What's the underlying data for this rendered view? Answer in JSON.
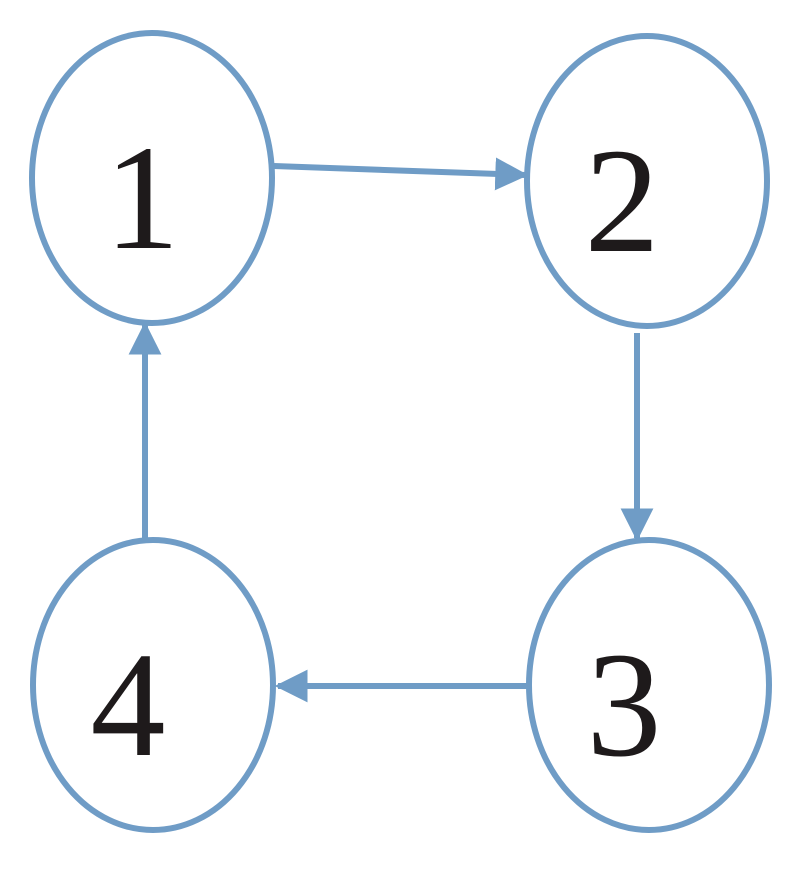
{
  "diagram": {
    "stroke_color": "#6f9cc6",
    "text_color": "#1e1a1b",
    "nodes": [
      {
        "id": "1",
        "label": "1"
      },
      {
        "id": "2",
        "label": "2"
      },
      {
        "id": "3",
        "label": "3"
      },
      {
        "id": "4",
        "label": "4"
      }
    ],
    "edges": [
      {
        "from": "1",
        "to": "2"
      },
      {
        "from": "2",
        "to": "3"
      },
      {
        "from": "3",
        "to": "4"
      },
      {
        "from": "4",
        "to": "1"
      }
    ]
  }
}
